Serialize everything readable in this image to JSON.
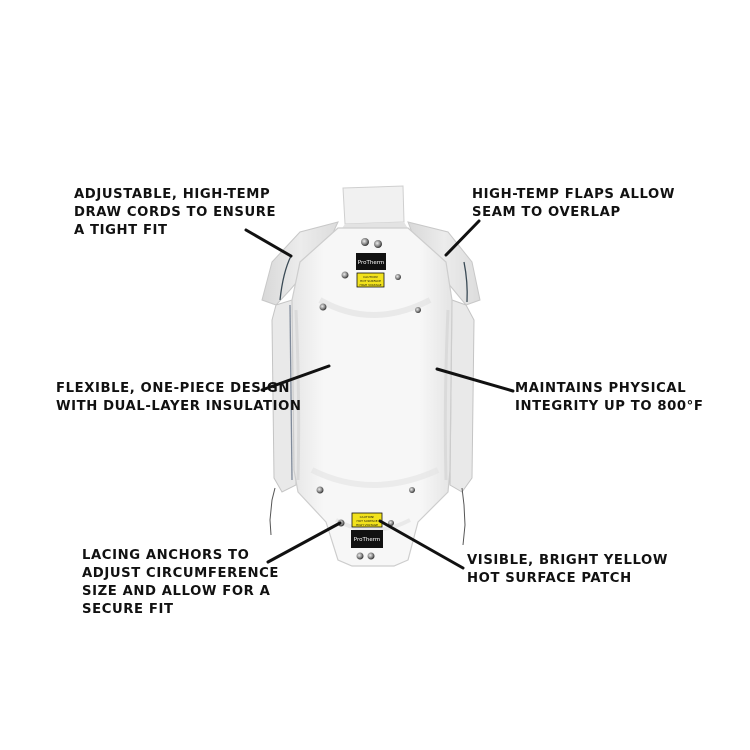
{
  "image": {
    "subject": "Removable insulation jacket (white, quilted) with annotation callouts",
    "background_color": "#ffffff",
    "text_color": "#111111",
    "leader_line_color": "#111111"
  },
  "product": {
    "fabric_color": "#f4f4f4",
    "shadow_color": "#d9d9d9",
    "brand_label": {
      "text": "ProTherm",
      "background": "#111111",
      "text_color": "#ffffff"
    },
    "warning_patch": {
      "lines": [
        "CAUTION!",
        "HOT SURFACE",
        "HIGH VOLTAGE"
      ],
      "background": "#f2e21d",
      "border": "#111111",
      "text_color": "#111111"
    }
  },
  "callouts": [
    {
      "id": "draw-cords",
      "lines": [
        "ADJUSTABLE, HIGH-TEMP",
        "DRAW CORDS TO ENSURE",
        "A TIGHT FIT"
      ]
    },
    {
      "id": "flaps",
      "lines": [
        "HIGH-TEMP FLAPS ALLOW",
        "SEAM TO OVERLAP"
      ]
    },
    {
      "id": "one-piece",
      "lines": [
        "FLEXIBLE, ONE-PIECE DESIGN",
        "WITH DUAL-LAYER INSULATION"
      ]
    },
    {
      "id": "integrity",
      "lines": [
        "MAINTAINS PHYSICAL",
        "INTEGRITY UP TO 800°F"
      ]
    },
    {
      "id": "lacing-anchors",
      "lines": [
        "LACING ANCHORS TO",
        "ADJUST CIRCUMFERENCE",
        "SIZE AND ALLOW FOR A",
        "SECURE FIT"
      ]
    },
    {
      "id": "yellow-patch",
      "lines": [
        "VISIBLE, BRIGHT YELLOW",
        "HOT SURFACE PATCH"
      ]
    }
  ]
}
